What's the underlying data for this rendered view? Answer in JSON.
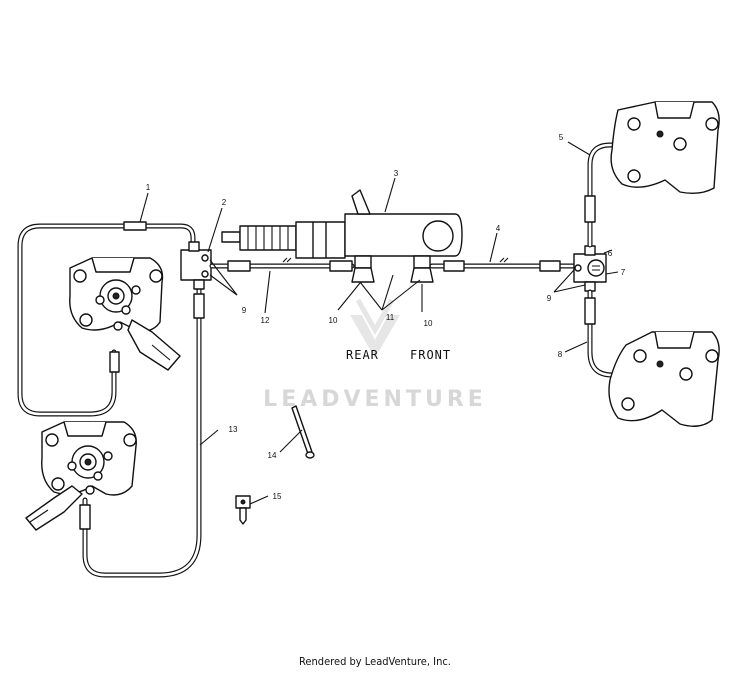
{
  "callouts": [
    "1",
    "2",
    "3",
    "4",
    "5",
    "6",
    "7",
    "8",
    "9",
    "9",
    "10",
    "10",
    "11",
    "12",
    "13",
    "14",
    "15"
  ],
  "labels": {
    "rear": "REAR",
    "front": "FRONT"
  },
  "watermark": "LEADVENTURE",
  "footer": "Rendered by LeadVenture, Inc."
}
